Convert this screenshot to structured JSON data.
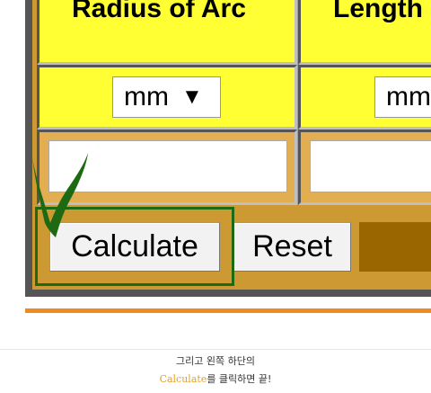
{
  "calculator": {
    "header_radius": "Radius of Arc",
    "header_length": "Length of Arc",
    "unit_radius": "mm",
    "unit_length": "mm",
    "unit_arrow": "▼",
    "radius_value": "",
    "length_value": "",
    "calculate_label": "Calculate",
    "reset_label": "Reset"
  },
  "annotation": {
    "highlight_color": "#1e6a12",
    "checkmark_color": "#1e6a12"
  },
  "caption": {
    "line1": "그리고 왼쪽 하단의",
    "line2_accent": "Calculate",
    "line2_rest": "를 클릭하면 끝!"
  },
  "colors": {
    "yellow_cell": "#ffff33",
    "tan_cell": "#e3ad52",
    "frame": "#cc9933",
    "accent_line": "#ee8a22",
    "caption_accent": "#e6a122"
  }
}
